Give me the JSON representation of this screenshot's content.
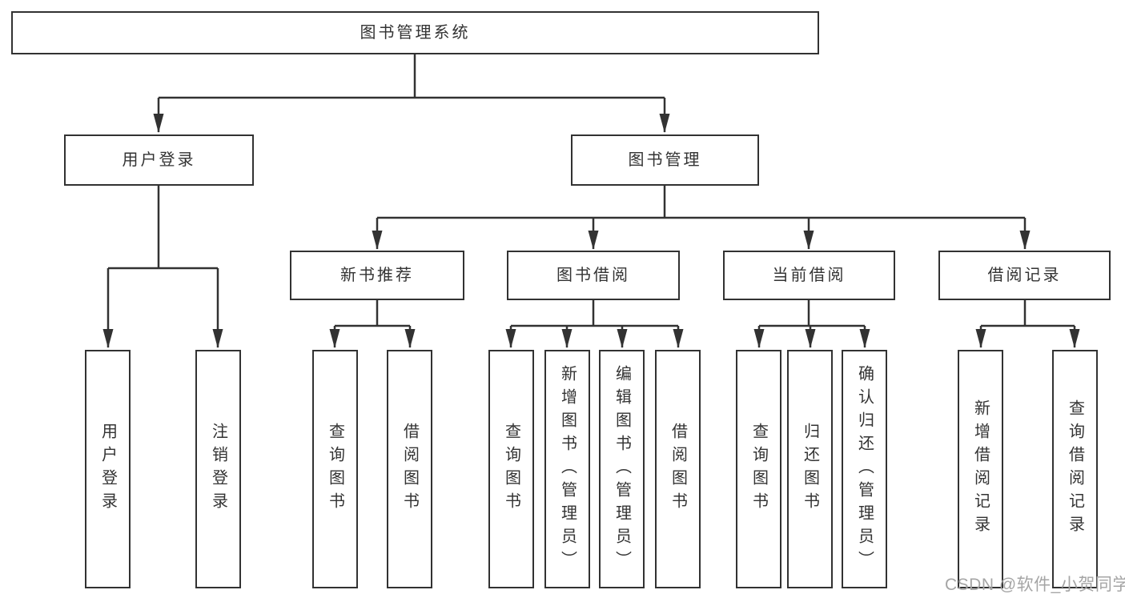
{
  "diagram_title": "图书管理系统",
  "tree": {
    "label": "图书管理系统",
    "children": [
      {
        "label": "用户登录",
        "children": [
          {
            "label": "用户登录"
          },
          {
            "label": "注销登录"
          }
        ]
      },
      {
        "label": "图书管理",
        "children": [
          {
            "label": "新书推荐",
            "children": [
              {
                "label": "查询图书"
              },
              {
                "label": "借阅图书"
              }
            ]
          },
          {
            "label": "图书借阅",
            "children": [
              {
                "label": "查询图书"
              },
              {
                "label": "新增图书（管理员）"
              },
              {
                "label": "编辑图书（管理员）"
              },
              {
                "label": "借阅图书"
              }
            ]
          },
          {
            "label": "当前借阅",
            "children": [
              {
                "label": "查询图书"
              },
              {
                "label": "归还图书"
              },
              {
                "label": "确认归还（管理员）"
              }
            ]
          },
          {
            "label": "借阅记录",
            "children": [
              {
                "label": "新增借阅记录"
              },
              {
                "label": "查询借阅记录"
              }
            ]
          }
        ]
      }
    ]
  },
  "watermark": {
    "text": "CSDN @软件_小贺同学"
  },
  "colors": {
    "line": "#323232",
    "text": "#333333",
    "box_fill": "#ffffff",
    "background": "#ffffff",
    "watermark": "#a5a5a5"
  }
}
